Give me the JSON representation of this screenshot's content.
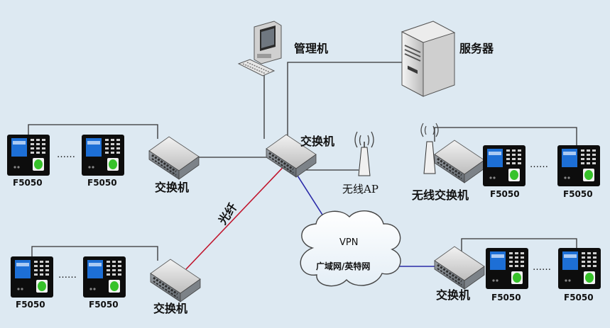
{
  "nodes": {
    "management_pc": "管理机",
    "server": "服务器",
    "core_switch": "交换机",
    "wireless_ap": "无线AP",
    "wireless_switch": "无线交换机",
    "switch_left_top": "交换机",
    "switch_left_bottom": "交换机",
    "switch_right_bottom": "交换机"
  },
  "links": {
    "fiber": "光纤"
  },
  "cloud": {
    "vpn": "VPN",
    "wan": "广域网/英特网"
  },
  "devices": {
    "model": "F5050",
    "ellipsis": "……"
  },
  "colors": {
    "background": "#dde9f2",
    "line": "#333333",
    "fiber": "#c0142c",
    "vpn_link": "#2a2aa8",
    "terminal_screen": "#1d6fd6",
    "fingerprint": "#37c22a"
  }
}
